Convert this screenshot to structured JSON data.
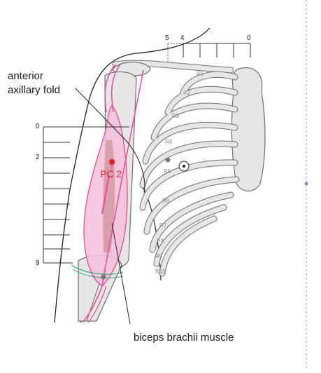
{
  "labels": {
    "anterior_axillary_fold_line1": "anterior",
    "anterior_axillary_fold_line2": "axillary fold",
    "biceps": "biceps brachii muscle",
    "point": "PC 2"
  },
  "ribs": [
    "R1",
    "R2",
    "R3",
    "R4",
    "R5",
    "R6",
    "R7",
    "R8",
    "R9",
    "R10"
  ],
  "top_scale": {
    "left": "5",
    "mid": "4",
    "right": "0"
  },
  "side_scale": {
    "top": "0",
    "second": "2",
    "bottom": "9"
  },
  "colors": {
    "bone_fill": "#e6e6e6",
    "bone_stroke": "#6e6e6e",
    "muscle": "#e24a9a",
    "muscle_fill": "#f4c0dc",
    "point": "#e0202a",
    "crease": "#3aa37a",
    "outline": "#222222"
  }
}
